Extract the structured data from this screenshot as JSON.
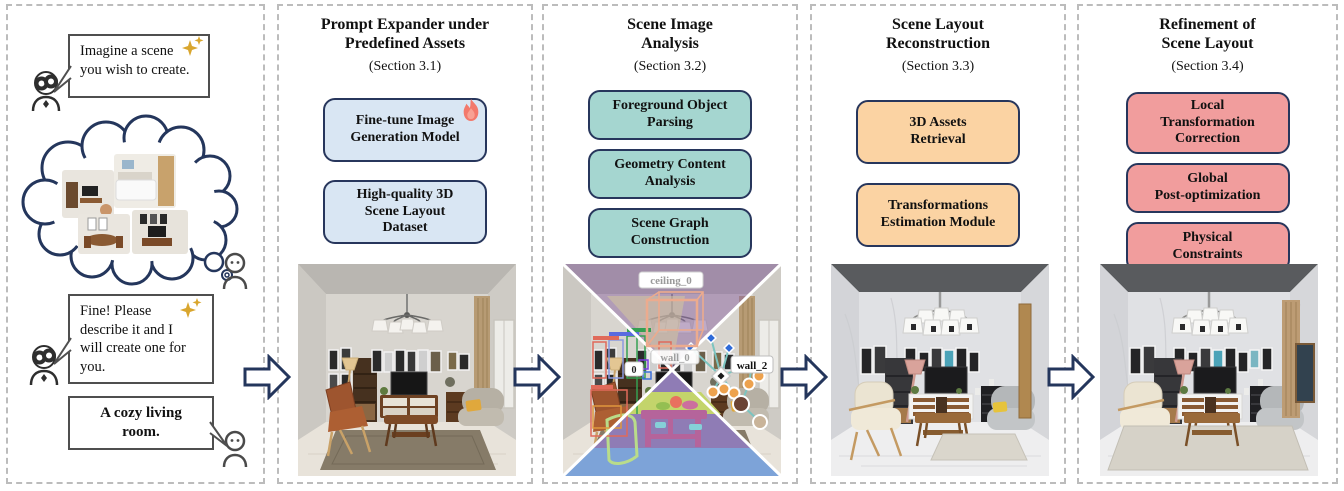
{
  "figure": {
    "kind": "pipeline-diagram",
    "topic": "text-to-3D scene layout generation pipeline"
  },
  "dialog": {
    "bubble_imagine": "Imagine a scene\nyou wish to create.",
    "bubble_fine": "Fine! Please\ndescribe it and I\nwill create one for\nyou.",
    "bubble_cozy": "A cozy living\nroom."
  },
  "stages": [
    {
      "title": "Prompt Expander under\nPredefined Assets",
      "section": "(Section 3.1)",
      "boxes": [
        "Fine-tune Image\nGeneration Model",
        "High-quality 3D\nScene Layout\nDataset"
      ],
      "box_color": "#d9e6f3"
    },
    {
      "title": "Scene Image\nAnalysis",
      "section": "(Section 3.2)",
      "boxes": [
        "Foreground Object\nParsing",
        "Geometry Content\nAnalysis",
        "Scene Graph\nConstruction"
      ],
      "box_color": "#a5d6d0"
    },
    {
      "title": "Scene Layout\nReconstruction",
      "section": "(Section 3.3)",
      "boxes": [
        "3D Assets\nRetrieval",
        "Transformations\nEstimation Module"
      ],
      "box_color": "#fbd3a3"
    },
    {
      "title": "Refinement of\nScene Layout",
      "section": "(Section 3.4)",
      "boxes": [
        "Local\nTransformation\nCorrection",
        "Global\nPost-optimization",
        "Physical\nConstraints"
      ],
      "box_color": "#f19d9d"
    }
  ],
  "scene_labels": {
    "ceiling": "ceiling_0",
    "wall0": "wall_0",
    "wall2": "wall_2",
    "node0": "0"
  },
  "icons": {
    "flame": "flame-icon",
    "sparkles": "sparkles-icon",
    "robot": "robot-icon",
    "person": "person-icon",
    "thought_cloud": "thought-cloud",
    "flow_arrow": "block-arrow-right-icon"
  },
  "colors": {
    "outline_navy": "#24365c",
    "box_border": "#27365c",
    "panel_border_dashed": "#bcbcbc",
    "bubble_border": "#4f4f4f",
    "sparkle_gold": "#d9a62e",
    "flame_red": "#f3796b",
    "blue_box": "#d9e6f3",
    "teal_box": "#a5d6d0",
    "orange_box": "#fbd3a3",
    "pink_box": "#f19d9d",
    "segmentation_purple": "#8f7cb5",
    "segmentation_blue": "#7da3d8",
    "segmentation_green": "#c3d46b",
    "segmentation_magenta": "#b5649b",
    "graph_edge_teal": "#7cc4c0",
    "bbox_wireframe_salmon": "#ecab8e"
  }
}
